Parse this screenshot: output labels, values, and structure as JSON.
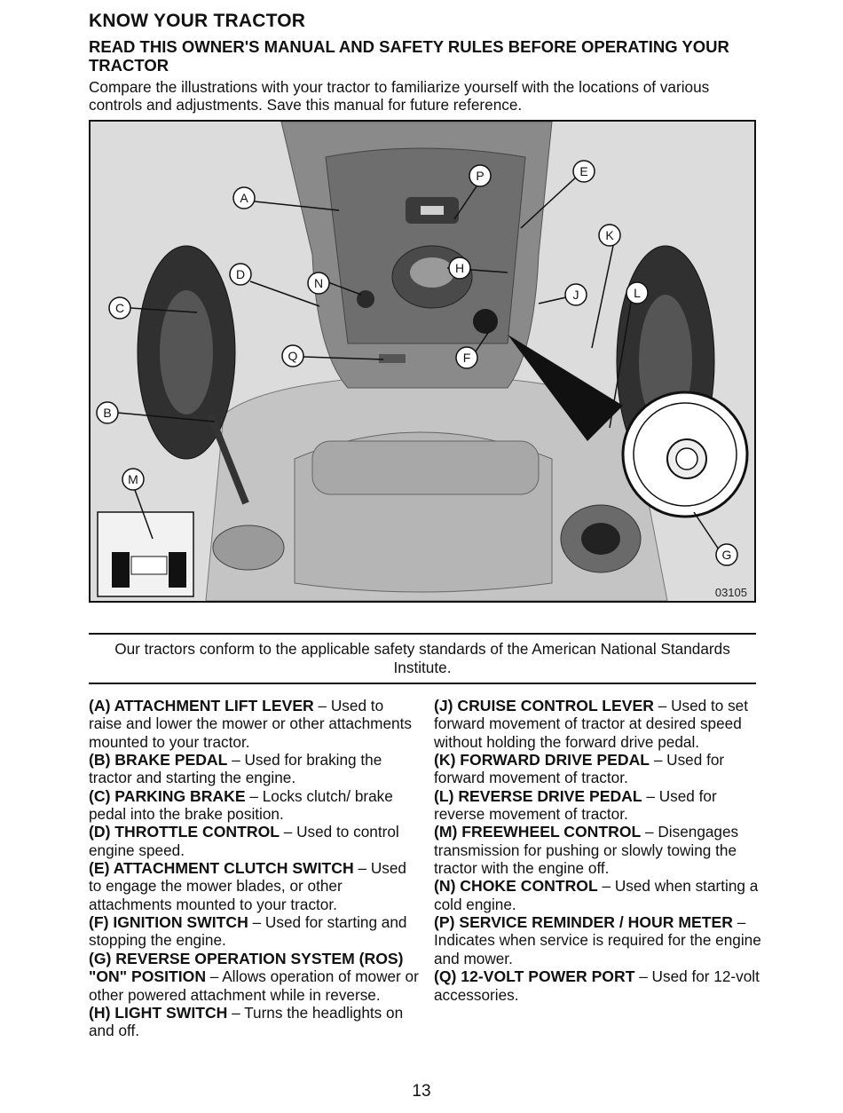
{
  "header": {
    "title": "KNOW YOUR TRACTOR",
    "subtitle": "READ THIS OWNER'S MANUAL AND SAFETY RULES BEFORE OPERATING YOUR TRACTOR",
    "intro": "Compare the illustrations with your tractor to familiarize yourself with the locations of various controls and adjustments. Save this manual for future reference."
  },
  "figure": {
    "callouts": [
      "A",
      "B",
      "C",
      "D",
      "E",
      "F",
      "G",
      "H",
      "J",
      "K",
      "L",
      "M",
      "N",
      "P",
      "Q"
    ],
    "code": "03105"
  },
  "standards_note": "Our tractors conform to the applicable safety standards of the American National Standards Institute.",
  "left_items": [
    {
      "label": "(A) ATTACHMENT LIFT LEVER",
      "desc": " – Used to raise and lower the mower or other attachments mounted to your tractor."
    },
    {
      "label": "(B) BRAKE PEDAL",
      "desc": " – Used for braking the tractor and starting the engine."
    },
    {
      "label": "(C) PARKING BRAKE",
      "desc": " – Locks clutch/ brake pedal into the brake position."
    },
    {
      "label": "(D) THROTTLE CONTROL",
      "desc": " – Used to control engine speed."
    },
    {
      "label": "(E) ATTACHMENT CLUTCH SWITCH",
      "desc": " – Used to engage the mower blades, or other attachments mounted to your tractor."
    },
    {
      "label": "(F) IGNITION SWITCH",
      "desc": " – Used for starting and stopping the engine."
    },
    {
      "label": "(G) REVERSE OPERATION SYSTEM (ROS) \"ON\" POSITION",
      "desc": " – Allows operation of mower or other powered attachment while in reverse."
    },
    {
      "label": "(H) LIGHT SWITCH",
      "desc": " – Turns the headlights on and off."
    }
  ],
  "right_items": [
    {
      "label": "(J) CRUISE CONTROL LEVER",
      "desc": " – Used to set forward movement of tractor at desired speed without holding the forward drive pedal."
    },
    {
      "label": "(K) FORWARD DRIVE PEDAL",
      "desc": " – Used for forward movement of tractor."
    },
    {
      "label": "(L) REVERSE DRIVE PEDAL",
      "desc": " – Used for reverse movement of tractor."
    },
    {
      "label": "(M) FREEWHEEL CONTROL",
      "desc": " – Disengages transmission for pushing or slowly towing the tractor with the engine off."
    },
    {
      "label": "(N) CHOKE CONTROL",
      "desc": " – Used when starting a cold engine."
    },
    {
      "label": "(P) SERVICE REMINDER / HOUR METER",
      "desc": " – Indicates when service is required for the engine and mower."
    },
    {
      "label": "(Q) 12-VOLT POWER PORT",
      "desc": " – Used for 12-volt accessories."
    }
  ],
  "page_number": "13"
}
